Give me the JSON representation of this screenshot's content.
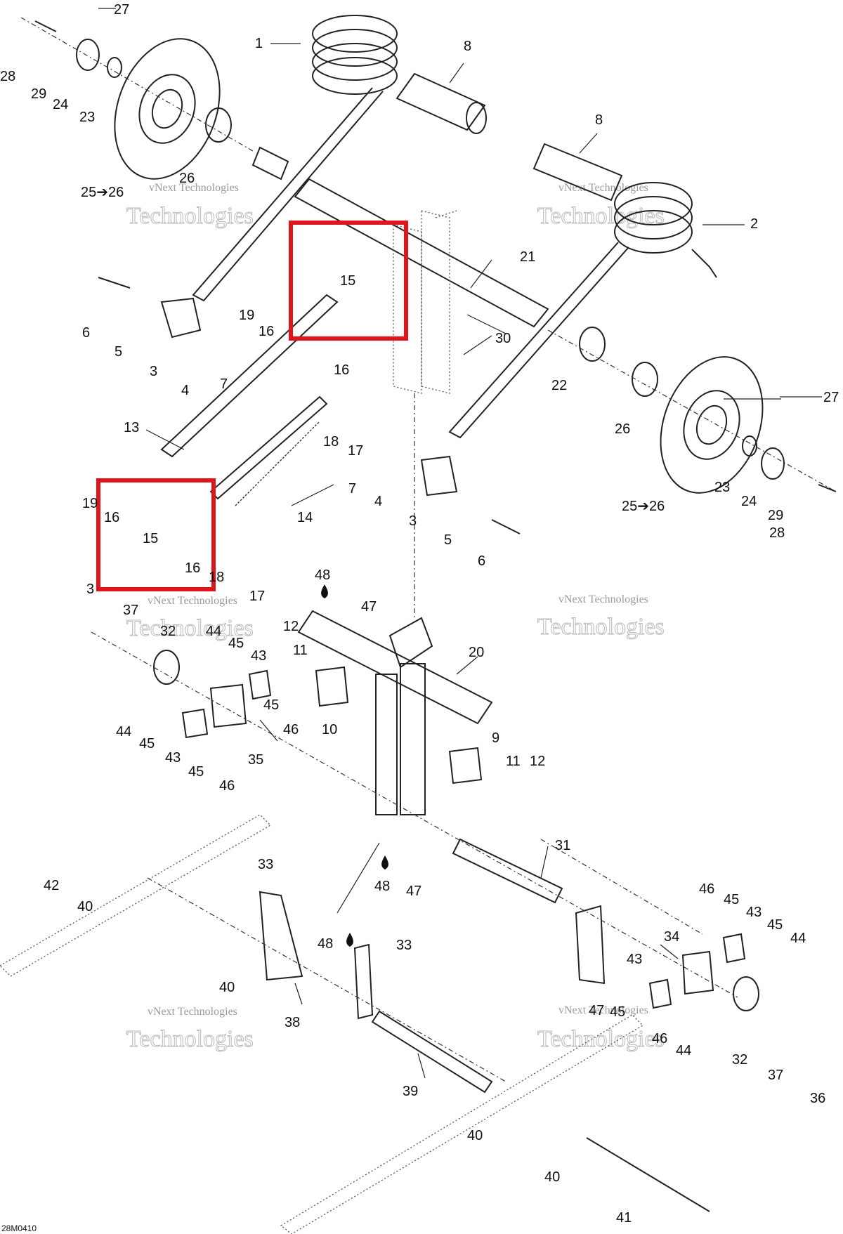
{
  "diagram": {
    "code": "28M0410",
    "watermark_line1": "vNext Technologies",
    "watermark_line2": "Technologies",
    "labels": [
      {
        "id": "l1",
        "text": "1"
      },
      {
        "id": "l2",
        "text": "2"
      },
      {
        "id": "l3a",
        "text": "3"
      },
      {
        "id": "l3b",
        "text": "3"
      },
      {
        "id": "l3c",
        "text": "3"
      },
      {
        "id": "l4a",
        "text": "4"
      },
      {
        "id": "l4b",
        "text": "4"
      },
      {
        "id": "l5a",
        "text": "5"
      },
      {
        "id": "l5b",
        "text": "5"
      },
      {
        "id": "l6a",
        "text": "6"
      },
      {
        "id": "l6b",
        "text": "6"
      },
      {
        "id": "l7a",
        "text": "7"
      },
      {
        "id": "l7b",
        "text": "7"
      },
      {
        "id": "l8a",
        "text": "8"
      },
      {
        "id": "l8b",
        "text": "8"
      },
      {
        "id": "l9",
        "text": "9"
      },
      {
        "id": "l10",
        "text": "10"
      },
      {
        "id": "l11a",
        "text": "11"
      },
      {
        "id": "l11b",
        "text": "11"
      },
      {
        "id": "l12a",
        "text": "12"
      },
      {
        "id": "l12b",
        "text": "12"
      },
      {
        "id": "l13",
        "text": "13"
      },
      {
        "id": "l14",
        "text": "14"
      },
      {
        "id": "l15a",
        "text": "15"
      },
      {
        "id": "l15b",
        "text": "15"
      },
      {
        "id": "l16a",
        "text": "16"
      },
      {
        "id": "l16b",
        "text": "16"
      },
      {
        "id": "l16c",
        "text": "16"
      },
      {
        "id": "l16d",
        "text": "16"
      },
      {
        "id": "l17a",
        "text": "17"
      },
      {
        "id": "l17b",
        "text": "17"
      },
      {
        "id": "l18a",
        "text": "18"
      },
      {
        "id": "l18b",
        "text": "18"
      },
      {
        "id": "l19a",
        "text": "19"
      },
      {
        "id": "l19b",
        "text": "19"
      },
      {
        "id": "l20",
        "text": "20"
      },
      {
        "id": "l21",
        "text": "21"
      },
      {
        "id": "l22",
        "text": "22"
      },
      {
        "id": "l23a",
        "text": "23"
      },
      {
        "id": "l23b",
        "text": "23"
      },
      {
        "id": "l24a",
        "text": "24"
      },
      {
        "id": "l24b",
        "text": "24"
      },
      {
        "id": "l2526a",
        "text": "25➔26"
      },
      {
        "id": "l2526b",
        "text": "25➔26"
      },
      {
        "id": "l26a",
        "text": "26"
      },
      {
        "id": "l26b",
        "text": "26"
      },
      {
        "id": "l27a",
        "text": "27"
      },
      {
        "id": "l27b",
        "text": "27"
      },
      {
        "id": "l28a",
        "text": "28"
      },
      {
        "id": "l28b",
        "text": "28"
      },
      {
        "id": "l29a",
        "text": "29"
      },
      {
        "id": "l29b",
        "text": "29"
      },
      {
        "id": "l30",
        "text": "30"
      },
      {
        "id": "l31",
        "text": "31"
      },
      {
        "id": "l32a",
        "text": "32"
      },
      {
        "id": "l32b",
        "text": "32"
      },
      {
        "id": "l33a",
        "text": "33"
      },
      {
        "id": "l33b",
        "text": "33"
      },
      {
        "id": "l34",
        "text": "34"
      },
      {
        "id": "l35",
        "text": "35"
      },
      {
        "id": "l36a",
        "text": "36"
      },
      {
        "id": "l36b",
        "text": "3"
      },
      {
        "id": "l37a",
        "text": "37"
      },
      {
        "id": "l37b",
        "text": "37"
      },
      {
        "id": "l38",
        "text": "38"
      },
      {
        "id": "l39",
        "text": "39"
      },
      {
        "id": "l40a",
        "text": "40"
      },
      {
        "id": "l40b",
        "text": "40"
      },
      {
        "id": "l40c",
        "text": "40"
      },
      {
        "id": "l40d",
        "text": "40"
      },
      {
        "id": "l41",
        "text": "41"
      },
      {
        "id": "l42",
        "text": "42"
      },
      {
        "id": "l43a",
        "text": "43"
      },
      {
        "id": "l43b",
        "text": "43"
      },
      {
        "id": "l43c",
        "text": "43"
      },
      {
        "id": "l43d",
        "text": "43"
      },
      {
        "id": "l44a",
        "text": "44"
      },
      {
        "id": "l44b",
        "text": "44"
      },
      {
        "id": "l44c",
        "text": "44"
      },
      {
        "id": "l44d",
        "text": "44"
      },
      {
        "id": "l45a",
        "text": "45"
      },
      {
        "id": "l45b",
        "text": "45"
      },
      {
        "id": "l45c",
        "text": "45"
      },
      {
        "id": "l45d",
        "text": "45"
      },
      {
        "id": "l45e",
        "text": "45"
      },
      {
        "id": "l45f",
        "text": "45"
      },
      {
        "id": "l45g",
        "text": "45"
      },
      {
        "id": "l46a",
        "text": "46"
      },
      {
        "id": "l46b",
        "text": "46"
      },
      {
        "id": "l46c",
        "text": "46"
      },
      {
        "id": "l46d",
        "text": "46"
      },
      {
        "id": "l47a",
        "text": "47"
      },
      {
        "id": "l47b",
        "text": "47"
      },
      {
        "id": "l47c",
        "text": "47"
      },
      {
        "id": "l48a",
        "text": "48"
      },
      {
        "id": "l48b",
        "text": "48"
      },
      {
        "id": "l48c",
        "text": "48"
      }
    ],
    "highlight_color": "#e0141b",
    "line_color": "#222222"
  }
}
